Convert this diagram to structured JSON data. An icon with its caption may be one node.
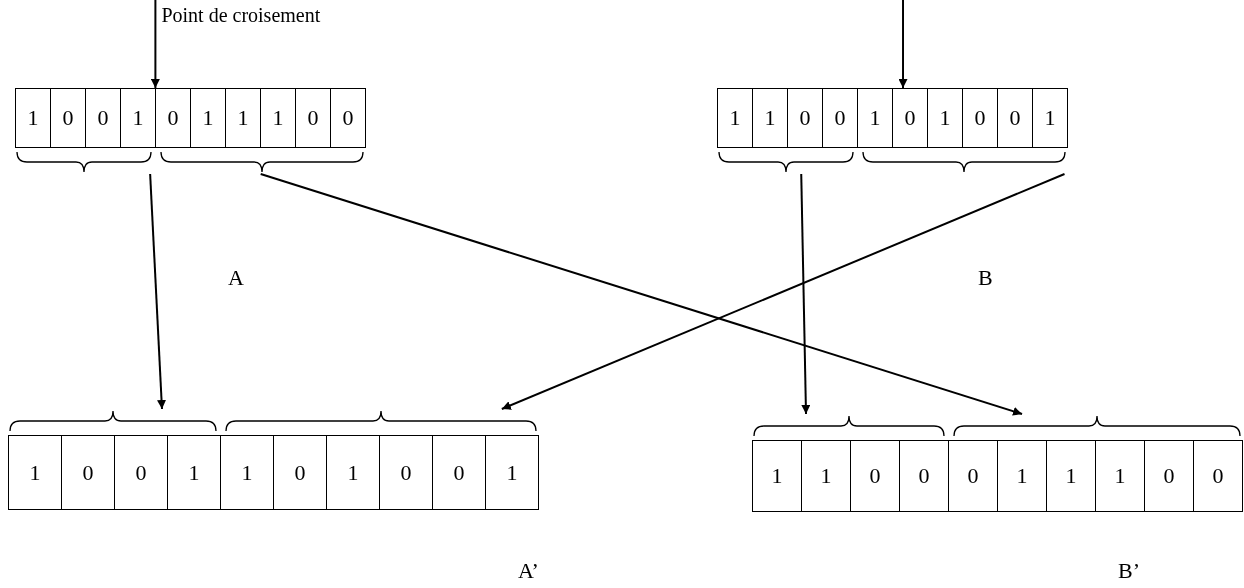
{
  "diagram": {
    "nodes": [
      {
        "text": [],
        "shape": "bar"
      },
      {
        "text": [
          "1"
        ],
        "in": 0
      },
      {
        "text": [
          "0"
        ],
        "in": 0
      },
      {
        "text": [
          "0"
        ],
        "in": 0
      },
      {
        "text": [
          "1"
        ],
        "in": 0
      },
      {
        "text": [
          "0"
        ],
        "in": 0
      },
      {
        "text": [
          "1"
        ],
        "in": 0
      },
      {
        "text": [
          "1"
        ],
        "in": 0
      },
      {
        "text": [
          "1"
        ],
        "in": 0
      },
      {
        "text": [
          "0"
        ],
        "in": 0
      },
      {
        "text": [
          "0"
        ],
        "in": 0
      },
      {
        "text": [],
        "shape": "bar"
      },
      {
        "text": [
          "1"
        ],
        "in": 11
      },
      {
        "text": [
          "1"
        ],
        "in": 11
      },
      {
        "text": [
          "0"
        ],
        "in": 11
      },
      {
        "text": [
          "0"
        ],
        "in": 11
      },
      {
        "text": [
          "1"
        ],
        "in": 11
      },
      {
        "text": [
          "0"
        ],
        "in": 11
      },
      {
        "text": [
          "1"
        ],
        "in": 11
      },
      {
        "text": [
          "0"
        ],
        "in": 11
      },
      {
        "text": [
          "0"
        ],
        "in": 11
      },
      {
        "text": [
          "1"
        ],
        "in": 11
      },
      {
        "text": [],
        "shape": "bar"
      },
      {
        "text": [
          "1"
        ],
        "in": 22
      },
      {
        "text": [
          "0"
        ],
        "in": 22
      },
      {
        "text": [
          "0"
        ],
        "in": 22
      },
      {
        "text": [
          "1"
        ],
        "in": 22
      },
      {
        "text": [
          "1"
        ],
        "in": 22
      },
      {
        "text": [
          "0"
        ],
        "in": 22
      },
      {
        "text": [
          "1"
        ],
        "in": 22
      },
      {
        "text": [
          "0"
        ],
        "in": 22
      },
      {
        "text": [
          "0"
        ],
        "in": 22
      },
      {
        "text": [
          "1"
        ],
        "in": 22
      },
      {
        "text": [],
        "shape": "bar"
      },
      {
        "text": [
          "1"
        ],
        "in": 33
      },
      {
        "text": [
          "1"
        ],
        "in": 33
      },
      {
        "text": [
          "0"
        ],
        "in": 33
      },
      {
        "text": [
          "0"
        ],
        "in": 33
      },
      {
        "text": [
          "0"
        ],
        "in": 33
      },
      {
        "text": [
          "1"
        ],
        "in": 33
      },
      {
        "text": [
          "1"
        ],
        "in": 33
      },
      {
        "text": [
          "1"
        ],
        "in": 33
      },
      {
        "text": [
          "0"
        ],
        "in": 33
      },
      {
        "text": [
          "0"
        ],
        "in": 33
      }
    ],
    "edges": [
      {
        "from": null,
        "to": 0,
        "arrow": "to",
        "label": "Point de croisement"
      },
      {
        "from": null,
        "to": 11,
        "arrow": "to"
      },
      {
        "from": 0,
        "to": 22,
        "arrow": "to"
      },
      {
        "from": 0,
        "to": 33,
        "arrow": "to"
      },
      {
        "from": 11,
        "to": 33,
        "arrow": "to"
      },
      {
        "from": 11,
        "to": 22,
        "arrow": "to"
      }
    ],
    "labels": [
      "A",
      "B",
      "A’",
      "B’"
    ]
  }
}
